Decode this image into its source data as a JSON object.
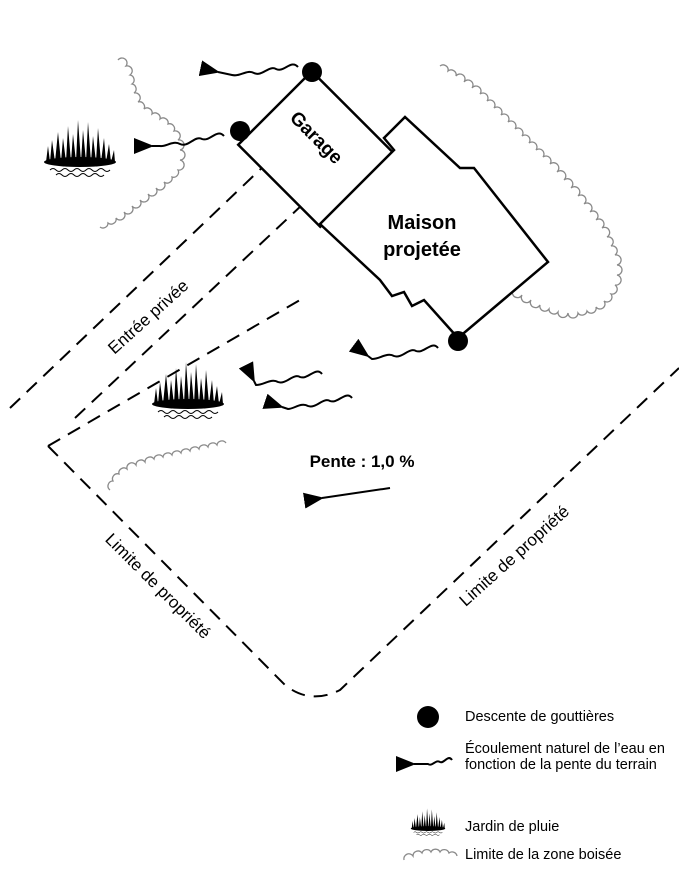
{
  "labels": {
    "garage": "Garage",
    "maison_line1": "Maison",
    "maison_line2": "projetée",
    "entree": "Entrée privée",
    "pente": "Pente : 1,0 %",
    "limite_bas_gauche": "Limite de propriété",
    "limite_bas_droite": "Limite de propriété"
  },
  "legend": {
    "downspout": "Descente de gouttières",
    "flow": "Écoulement naturel de l’eau en fonction de la pente du terrain",
    "rain_garden": "Jardin de pluie",
    "woods": "Limite de la zone boisée"
  },
  "icons": {
    "downspout": "black-dot-icon",
    "flow": "wavy-arrow-icon",
    "rain_garden": "grass-tuft-icon",
    "woods": "scalloped-line-icon"
  },
  "colors": {
    "ink": "#000000",
    "woods_line": "#8a8a8a",
    "background": "#ffffff"
  }
}
